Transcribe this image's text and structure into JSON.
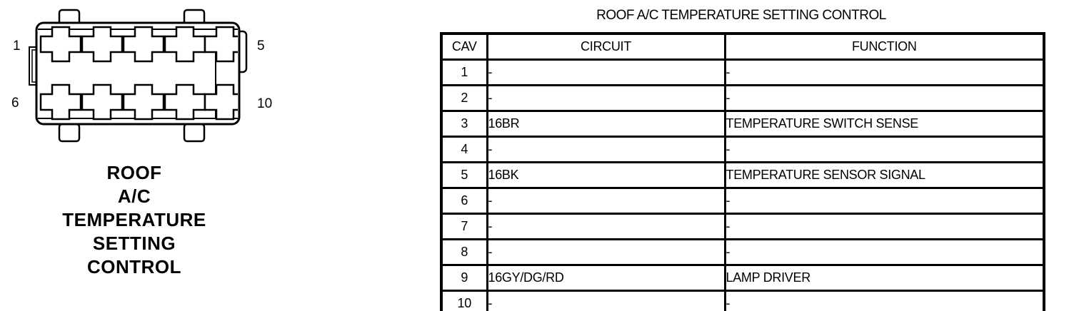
{
  "connector": {
    "pins": {
      "top_left": "1",
      "top_right": "5",
      "bottom_left": "6",
      "bottom_right": "10"
    },
    "caption_lines": [
      "ROOF",
      "A/C",
      "TEMPERATURE",
      "SETTING",
      "CONTROL"
    ]
  },
  "table": {
    "title": "ROOF A/C TEMPERATURE SETTING CONTROL",
    "columns": [
      "CAV",
      "CIRCUIT",
      "FUNCTION"
    ],
    "rows": [
      {
        "cav": "1",
        "circuit": "-",
        "function": "-"
      },
      {
        "cav": "2",
        "circuit": "-",
        "function": "-"
      },
      {
        "cav": "3",
        "circuit": "16BR",
        "function": "TEMPERATURE SWITCH SENSE"
      },
      {
        "cav": "4",
        "circuit": "-",
        "function": "-"
      },
      {
        "cav": "5",
        "circuit": "16BK",
        "function": "TEMPERATURE SENSOR SIGNAL"
      },
      {
        "cav": "6",
        "circuit": "-",
        "function": "-"
      },
      {
        "cav": "7",
        "circuit": "-",
        "function": "-"
      },
      {
        "cav": "8",
        "circuit": "-",
        "function": "-"
      },
      {
        "cav": "9",
        "circuit": "16GY/DG/RD",
        "function": "LAMP DRIVER"
      },
      {
        "cav": "10",
        "circuit": "-",
        "function": "-"
      }
    ]
  },
  "colors": {
    "ink": "#000000",
    "background": "#ffffff"
  }
}
